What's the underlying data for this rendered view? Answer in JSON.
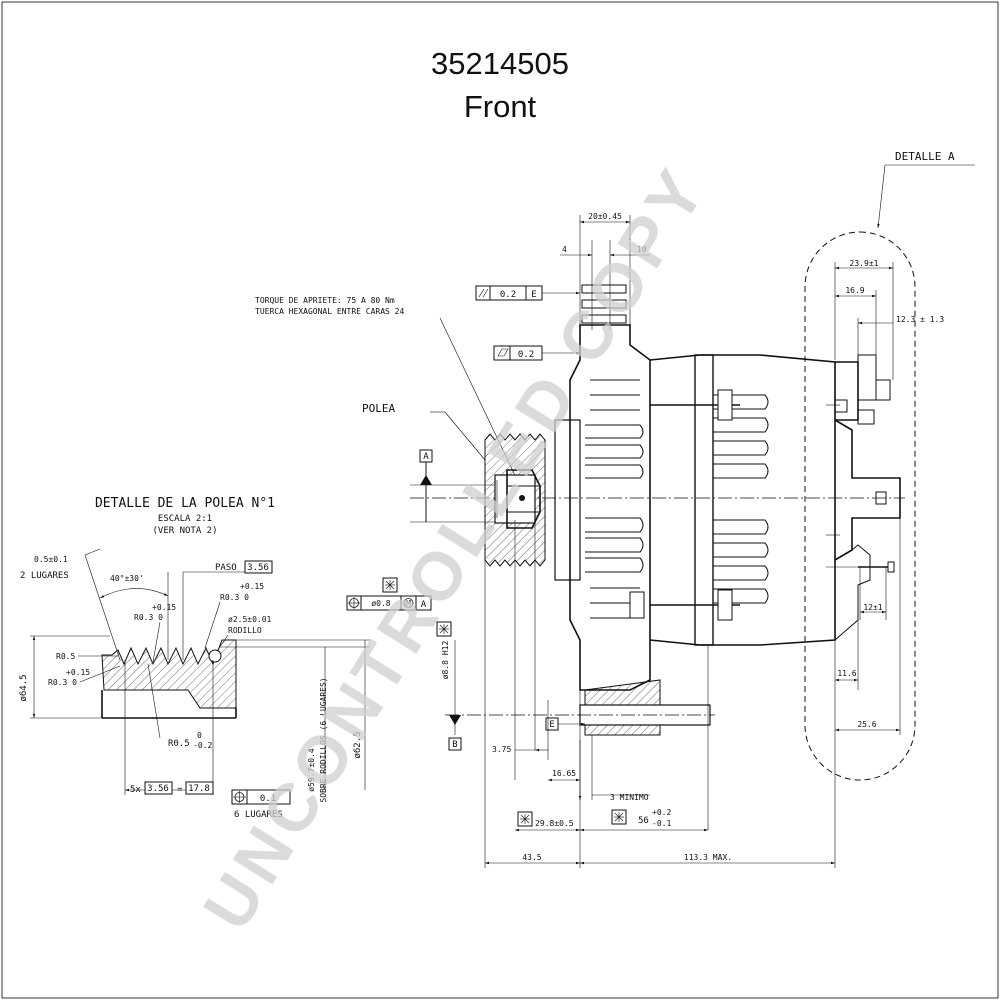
{
  "title": {
    "part_number": "35214505",
    "view": "Front"
  },
  "watermark": "UNCONTROLLED COPY",
  "pulley_detail": {
    "heading": "DETALLE DE LA POLEA N°1",
    "scale": "ESCALA 2:1",
    "note": "(VER NOTA 2)",
    "chamfer": "0.5±0.1",
    "places_2": "2 LUGARES",
    "angle": "40°±30'",
    "pitch_label": "PASO",
    "pitch_value": "3.56",
    "tol_plus_015_a": "+0.15",
    "r03_a": "R0.3  0",
    "tol_plus_015_b": "+0.15",
    "r03_b": "R0.3  0",
    "roller_dia": "ø2.5±0.01",
    "roller": "RODILLO",
    "r05": "R0.5",
    "tol_plus_015_c": "+0.15",
    "r03_c": "R0.3  0",
    "r05_bottom": "R0.5",
    "r05_tol_top": "0",
    "r05_tol_bottom": "-0.2",
    "dia_645": "ø64.5",
    "dia_over_rollers": "ø59.7±0.4",
    "over_rollers_text": "SOBRE RODILLOS (6 LUGARES)",
    "dia_625": "ø62.5",
    "pitch_mult": "5x",
    "pitch_box": "3.56",
    "equals": "=",
    "pitch_total": "17.8",
    "position_tol": "0.1",
    "places_6": "6 LUGARES"
  },
  "main_view": {
    "torque_line1": "TORQUE DE APRIETE: 75 A 80 Nm",
    "torque_line2": "TUERCA HEXAGONAL ENTRE CARAS 24",
    "polea": "POLEA",
    "datum_a": "A",
    "datum_b": "B",
    "datum_e": "E",
    "datum_e2": "E",
    "dim_20": "20±0.45",
    "dim_4": "4",
    "dim_10": "10",
    "flatness_val": "0.2",
    "flatness_datum": "E",
    "parallel_val": "0.2",
    "hole_pos_tol": "ø0.8",
    "hole_mod": "M",
    "hole_datum": "A",
    "hole_dia": "ø8.8 H12",
    "dim_375": "3.75",
    "dim_1665": "16.65",
    "dim_3min": "3 MINIMO",
    "dim_298": "29.8±0.5",
    "dim_56": "56",
    "dim_56_plus": "+0.2",
    "dim_56_minus": "-0.1",
    "dim_435": "43.5",
    "dim_1133": "113.3 MAX."
  },
  "detail_a": {
    "label": "DETALLE  A",
    "dim_239": "23.9±1",
    "dim_169": "16.9",
    "dim_123": "12.3 ± 1.3",
    "dim_12": "12±1",
    "dim_116": "11.6",
    "dim_256": "25.6"
  }
}
